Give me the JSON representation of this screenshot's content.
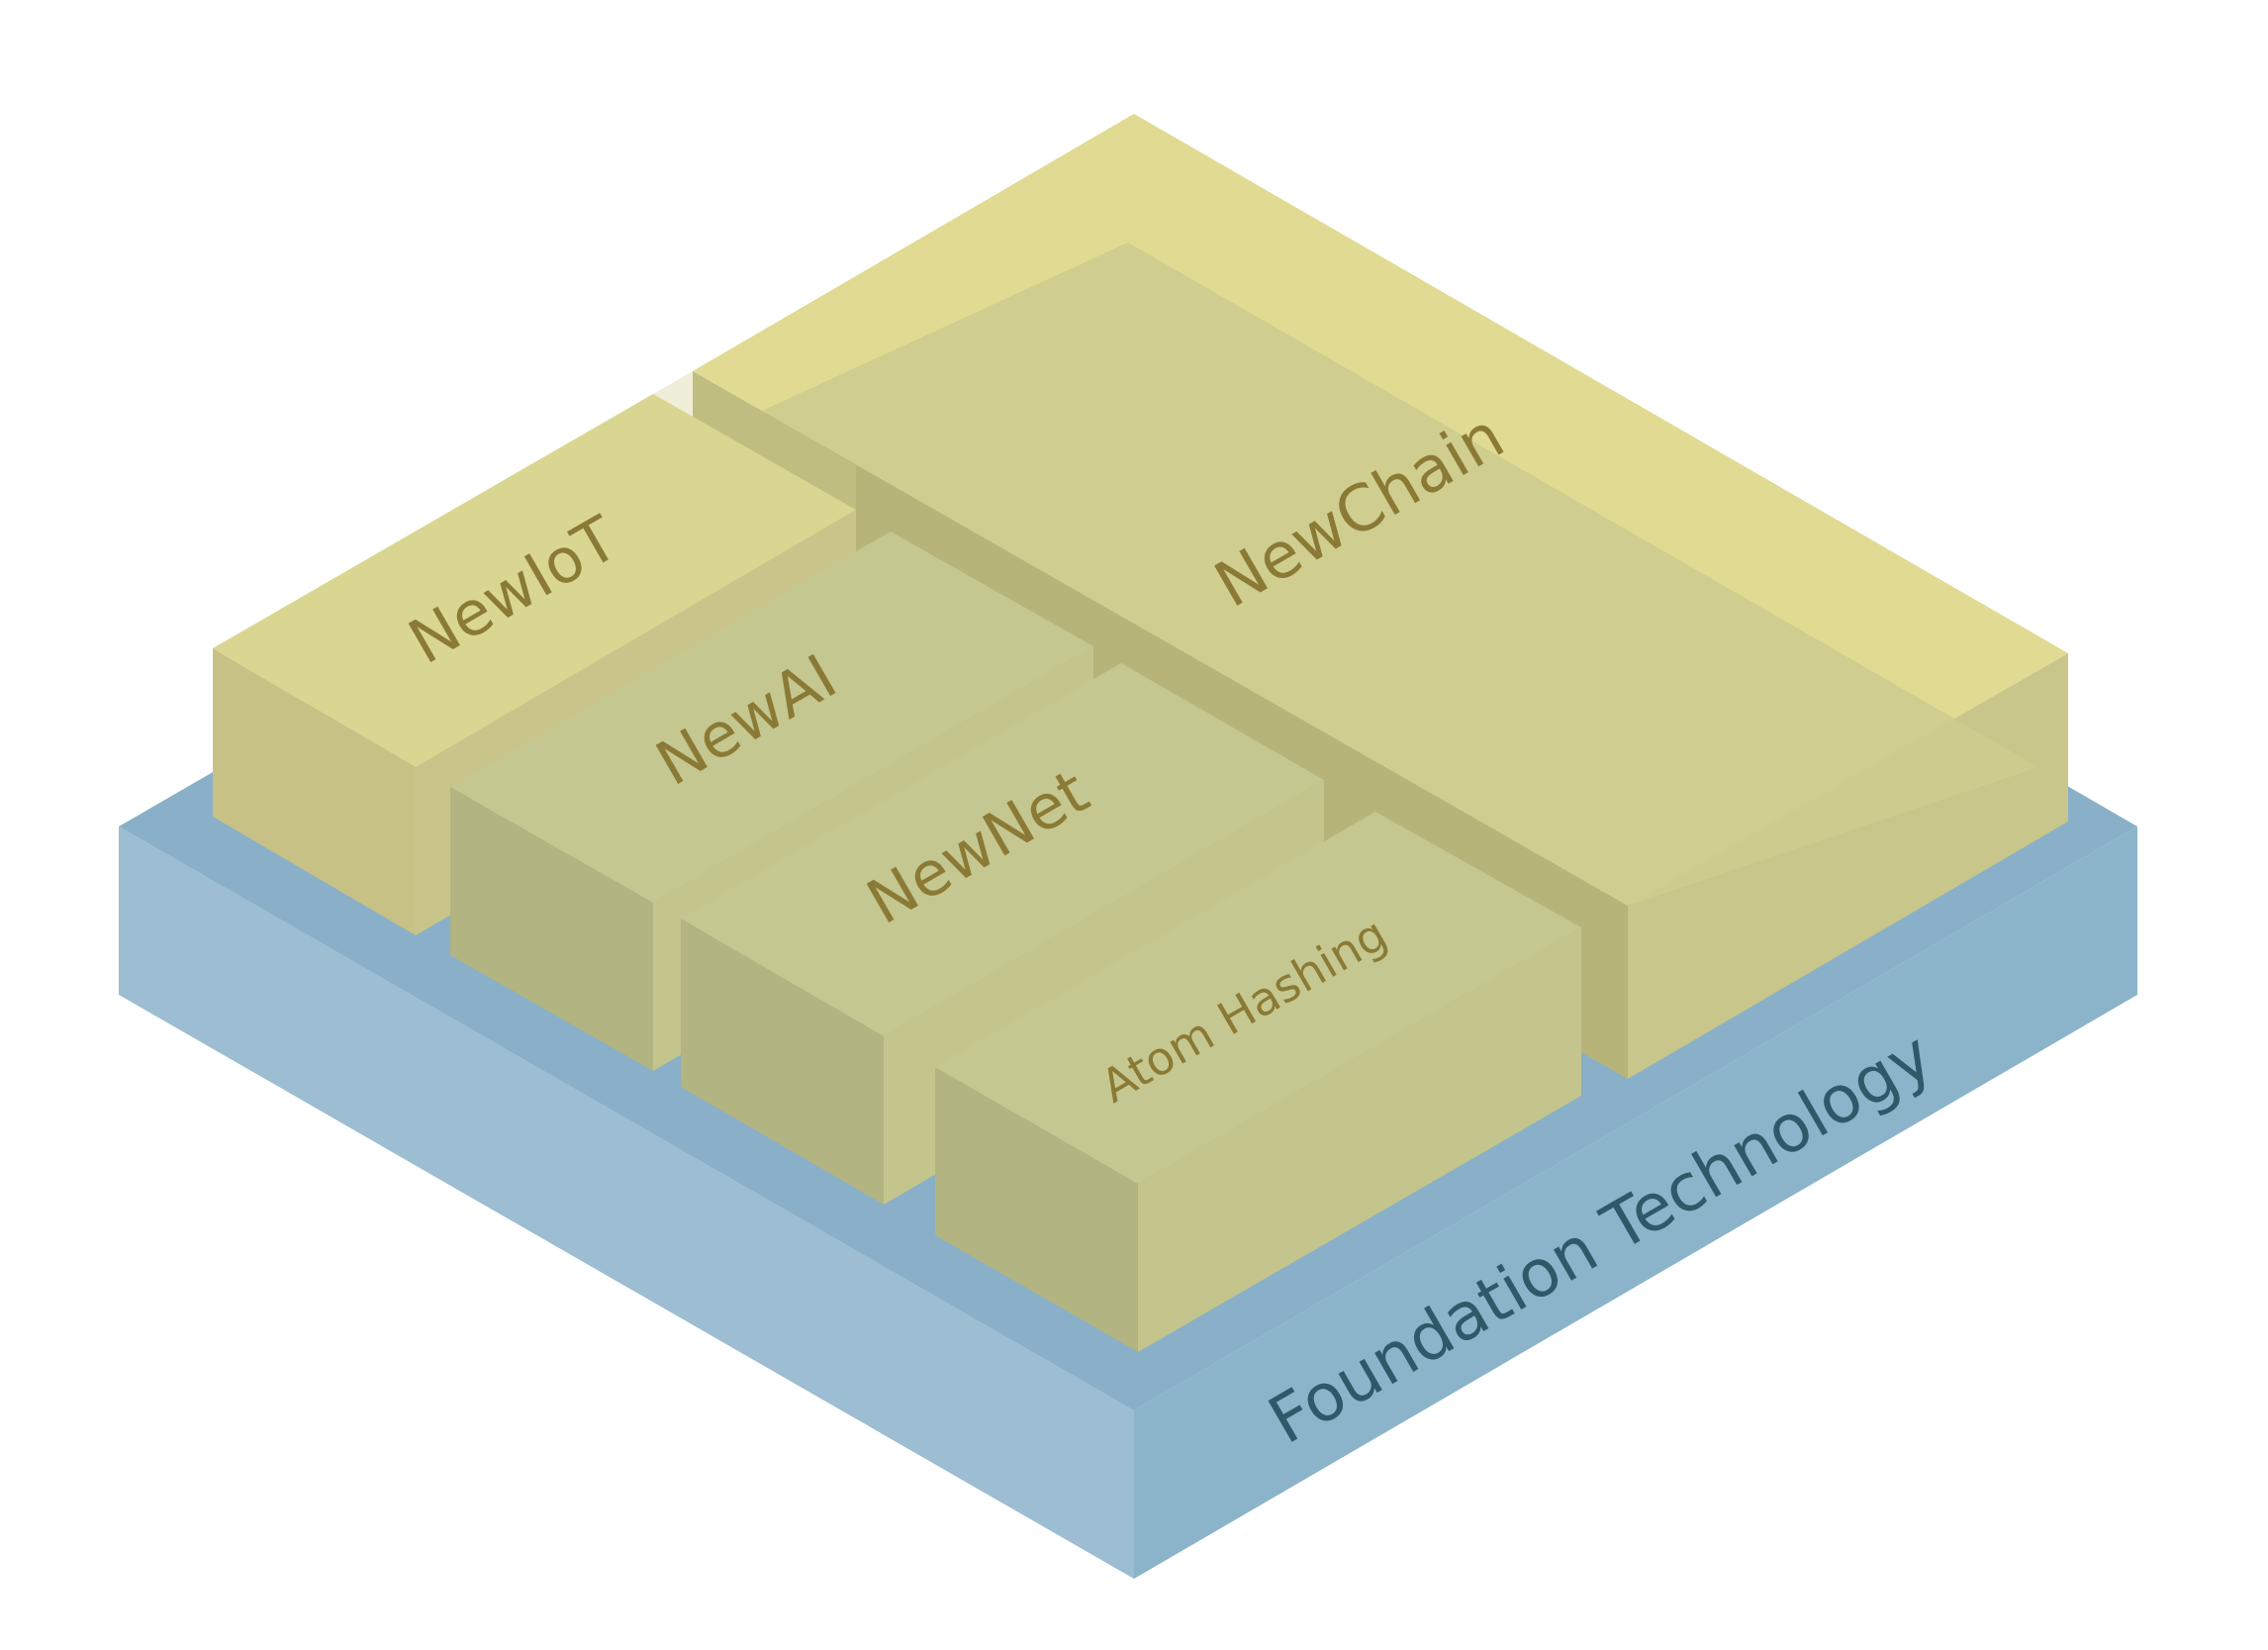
{
  "colors": {
    "base_top": "#89b0c8",
    "base_left": "#9cbdd2",
    "base_right": "#8bb3ca",
    "chain_top": "#e0da93",
    "chain_left": "#c5c48a",
    "chain_right": "#cfcc8d",
    "chain_inner": "#cdcc8e",
    "box_top": "#c4c78f",
    "box_left": "#b2b481",
    "box_right": "#c3c58c",
    "iot_top": "#dedb93",
    "yellow_text": "#8a7a35",
    "blue_text": "#2f5868"
  },
  "layers": {
    "foundation": "Foundation Technology",
    "newchain": "NewChain",
    "newiot": "NewIoT",
    "newai": "NewAI",
    "newnet": "NewNet",
    "atom": "Atom Hashing"
  }
}
